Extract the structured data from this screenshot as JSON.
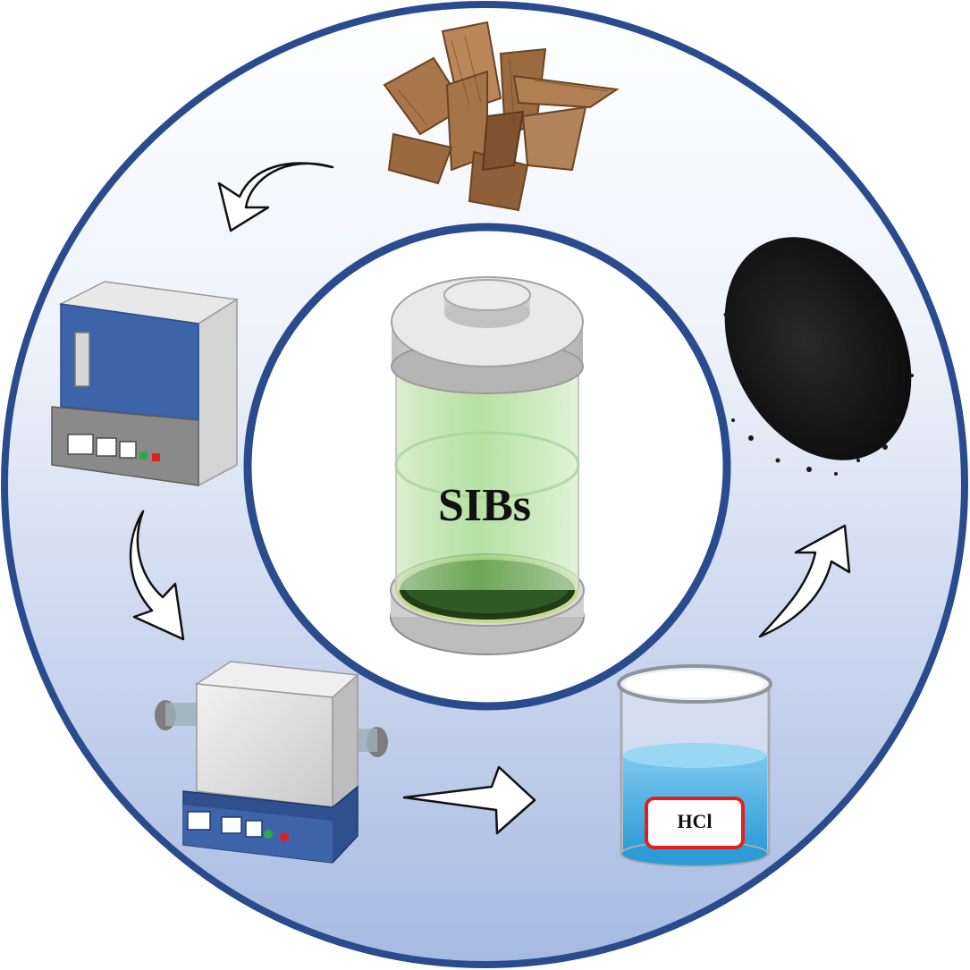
{
  "diagram": {
    "center_label": "SIBs",
    "hcl_label": "HCl",
    "colors": {
      "ring_border": "#2a4b8d",
      "ring_gradient_top": "#ffffff",
      "ring_gradient_bottom": "#a9bde3",
      "furnace_blue": "#3d63a8",
      "furnace_gray": "#dcdcdc",
      "liquid_blue": "#4fb1e6",
      "hcl_label_border": "#e02020",
      "battery_green": "#7fcf6a",
      "carbon_black": "#151515",
      "wood_brown": "#a0724a"
    },
    "steps": [
      {
        "name": "biomass-wood-chips",
        "icon": "wood-chips-icon"
      },
      {
        "name": "muffle-furnace",
        "icon": "muffle-furnace-icon"
      },
      {
        "name": "tube-furnace",
        "icon": "tube-furnace-icon"
      },
      {
        "name": "hcl-acid-wash",
        "icon": "beaker-icon"
      },
      {
        "name": "hard-carbon-powder",
        "icon": "carbon-powder-icon"
      },
      {
        "name": "sodium-ion-battery",
        "icon": "battery-icon"
      }
    ]
  }
}
